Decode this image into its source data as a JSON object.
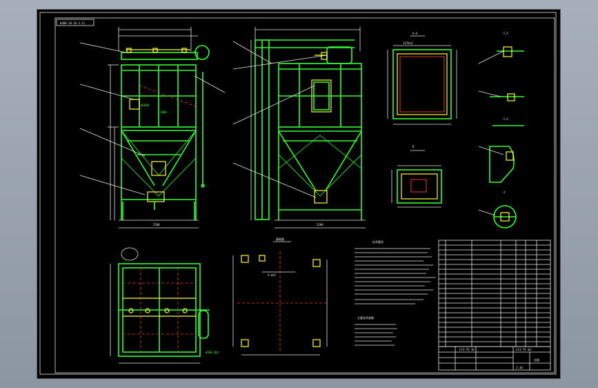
{
  "labels": {
    "drawing_title": "LYJ-75-10",
    "code_small": "Φ300-10-16-3.11",
    "title_block_name": "总图",
    "section_cc": "C—C",
    "section_bb": "B",
    "section_aa": "A",
    "note_center": "4-Φ22",
    "scale": "1:10"
  }
}
